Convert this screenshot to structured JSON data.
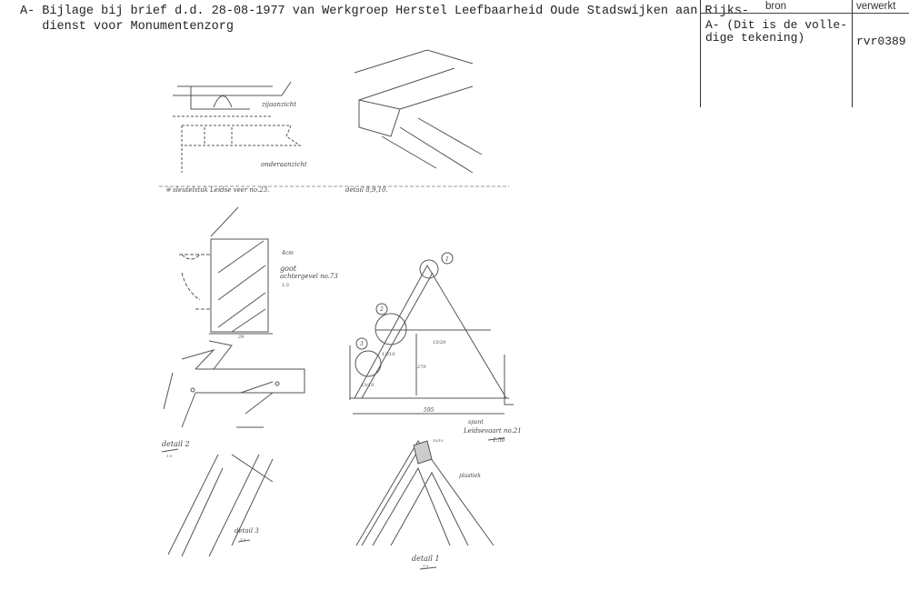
{
  "header": {
    "line1": "A- Bijlage bij brief d.d. 28-08-1977 van Werkgroep Herstel Leefbaarheid Oude Stadswijken aan Rijks-",
    "line2": "   dienst voor Monumentenzorg"
  },
  "table": {
    "col_source": "bron",
    "col_processed": "verwerkt",
    "source_line1": "A- (Dit is de volle-",
    "source_line2": "dige tekening)",
    "processed_code": "rvr0389"
  },
  "drawing_labels": {
    "side_view": "zijaanzicht",
    "bottom_view": "onderaanzicht",
    "key_piece": "※ sleutelstuk  Leidse veer no.23.",
    "detail_8_9_10": "detail 8,9,10.",
    "gutter": "goot",
    "gutter_sub": "achtergevel no.73",
    "gutter_scale": "1:5",
    "dim_4cm": "4cm",
    "dim_29": "29",
    "detail2": "detail 2",
    "detail2_scale": "1:5",
    "truss": "spant",
    "truss_sub": "Leidsevaart no.21",
    "truss_scale": "1:50",
    "callout1": "1",
    "callout2": "2",
    "callout3": "3",
    "dim_595": "595",
    "dim_270": "270",
    "dim_15_20": "15/20",
    "dim_13_10a": "13/10",
    "dim_13_10b": "13/10",
    "dim_12_14": "10/10",
    "detail3": "detail 3",
    "detail3_scale": "1:5",
    "detail1": "detail 1",
    "detail1_scale": "1:5",
    "plastic": "plastiek"
  }
}
